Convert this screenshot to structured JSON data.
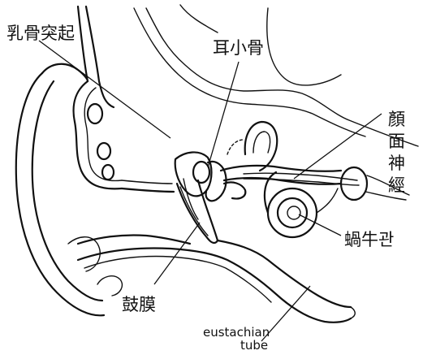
{
  "labels": {
    "mastoid_process": "乳骨突起",
    "ossicles": "耳小骨",
    "facial_nerve": [
      "顏",
      "面",
      "神",
      "經"
    ],
    "cochlea": "蝸牛관",
    "eardrum": "鼓膜",
    "eustachian_tube": [
      "eustachian",
      "tube"
    ]
  }
}
